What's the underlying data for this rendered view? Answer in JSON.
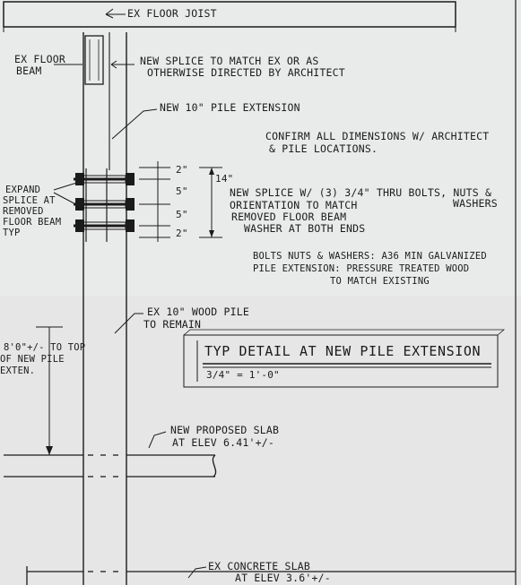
{
  "drawing": {
    "floor_joist": "EX FLOOR JOIST",
    "floor_beam": [
      "EX FLOOR",
      "BEAM"
    ],
    "new_splice": [
      "NEW SPLICE TO MATCH EX OR AS",
      "OTHERWISE DIRECTED BY ARCHITECT"
    ],
    "pile_extension": "NEW 10\" PILE EXTENSION",
    "confirm_dims": [
      "CONFIRM ALL DIMENSIONS W/ ARCHITECT",
      "& PILE LOCATIONS."
    ],
    "expand_splice": [
      "EXPAND",
      "SPLICE AT",
      "REMOVED",
      "FLOOR BEAM",
      "TYP"
    ],
    "dims": [
      "2\"",
      "5\"",
      "5\"",
      "2\""
    ],
    "overall_dim": "14\"",
    "splice_note": [
      "NEW SPLICE W/ (3) 3/4\" THRU BOLTS, NUTS &",
      "WASHERS",
      "ORIENTATION TO MATCH",
      "REMOVED FLOOR BEAM",
      "WASHER AT BOTH ENDS"
    ],
    "materials": [
      "BOLTS NUTS & WASHERS: A36 MIN GALVANIZED",
      "PILE EXTENSION: PRESSURE TREATED WOOD",
      "TO MATCH EXISTING"
    ],
    "ex_pile": [
      "EX 10\" WOOD PILE",
      "TO REMAIN"
    ],
    "height_note": [
      "8'0\"+/- TO TOP",
      "OF NEW PILE",
      "EXTEN."
    ],
    "title": "TYP DETAIL AT NEW PILE EXTENSION",
    "scale": "3/4\" = 1'-0\"",
    "slab_new": [
      "NEW PROPOSED SLAB",
      "AT ELEV 6.41'+/-"
    ],
    "slab_ex": [
      "EX CONCRETE SLAB",
      "AT ELEV 3.6'+/-"
    ]
  },
  "colors": {
    "ink": "#1b1b1b",
    "paper": "#e9ebea"
  }
}
